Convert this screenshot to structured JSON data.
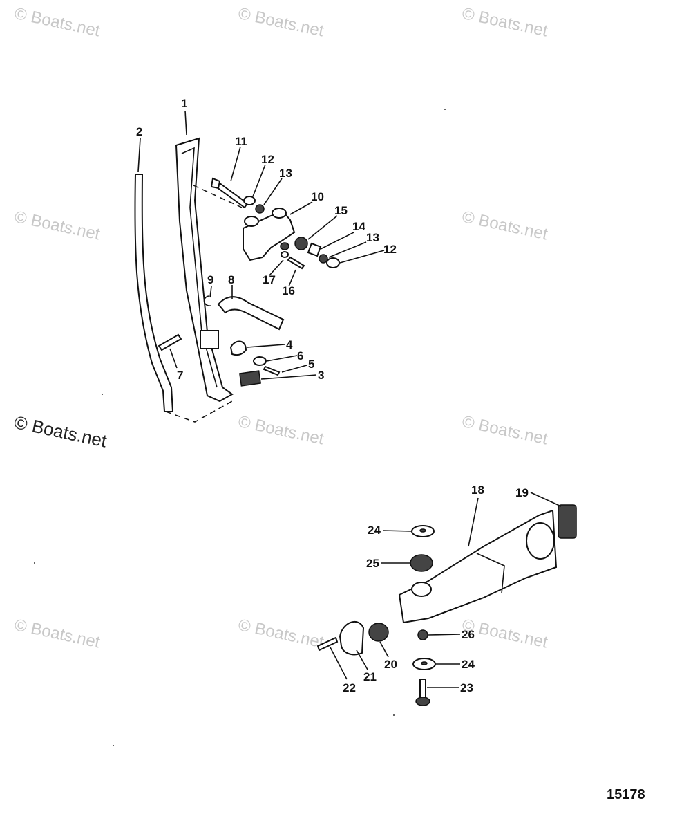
{
  "watermarks": [
    "Boats.net",
    "Boats.net",
    "Boats.net",
    "Boats.net",
    "Boats.net",
    "Boats.net",
    "Boats.net",
    "Boats.net",
    "Boats.net"
  ],
  "watermark_main": "© Boats.net",
  "watermark_symbol": "©",
  "figure_number": "15178",
  "callouts": [
    "1",
    "2",
    "11",
    "12",
    "13",
    "10",
    "15",
    "14",
    "13",
    "12",
    "17",
    "16",
    "9",
    "8",
    "4",
    "6",
    "5",
    "3",
    "7",
    "18",
    "19",
    "24",
    "25",
    "26",
    "20",
    "21",
    "22",
    "24",
    "23"
  ]
}
